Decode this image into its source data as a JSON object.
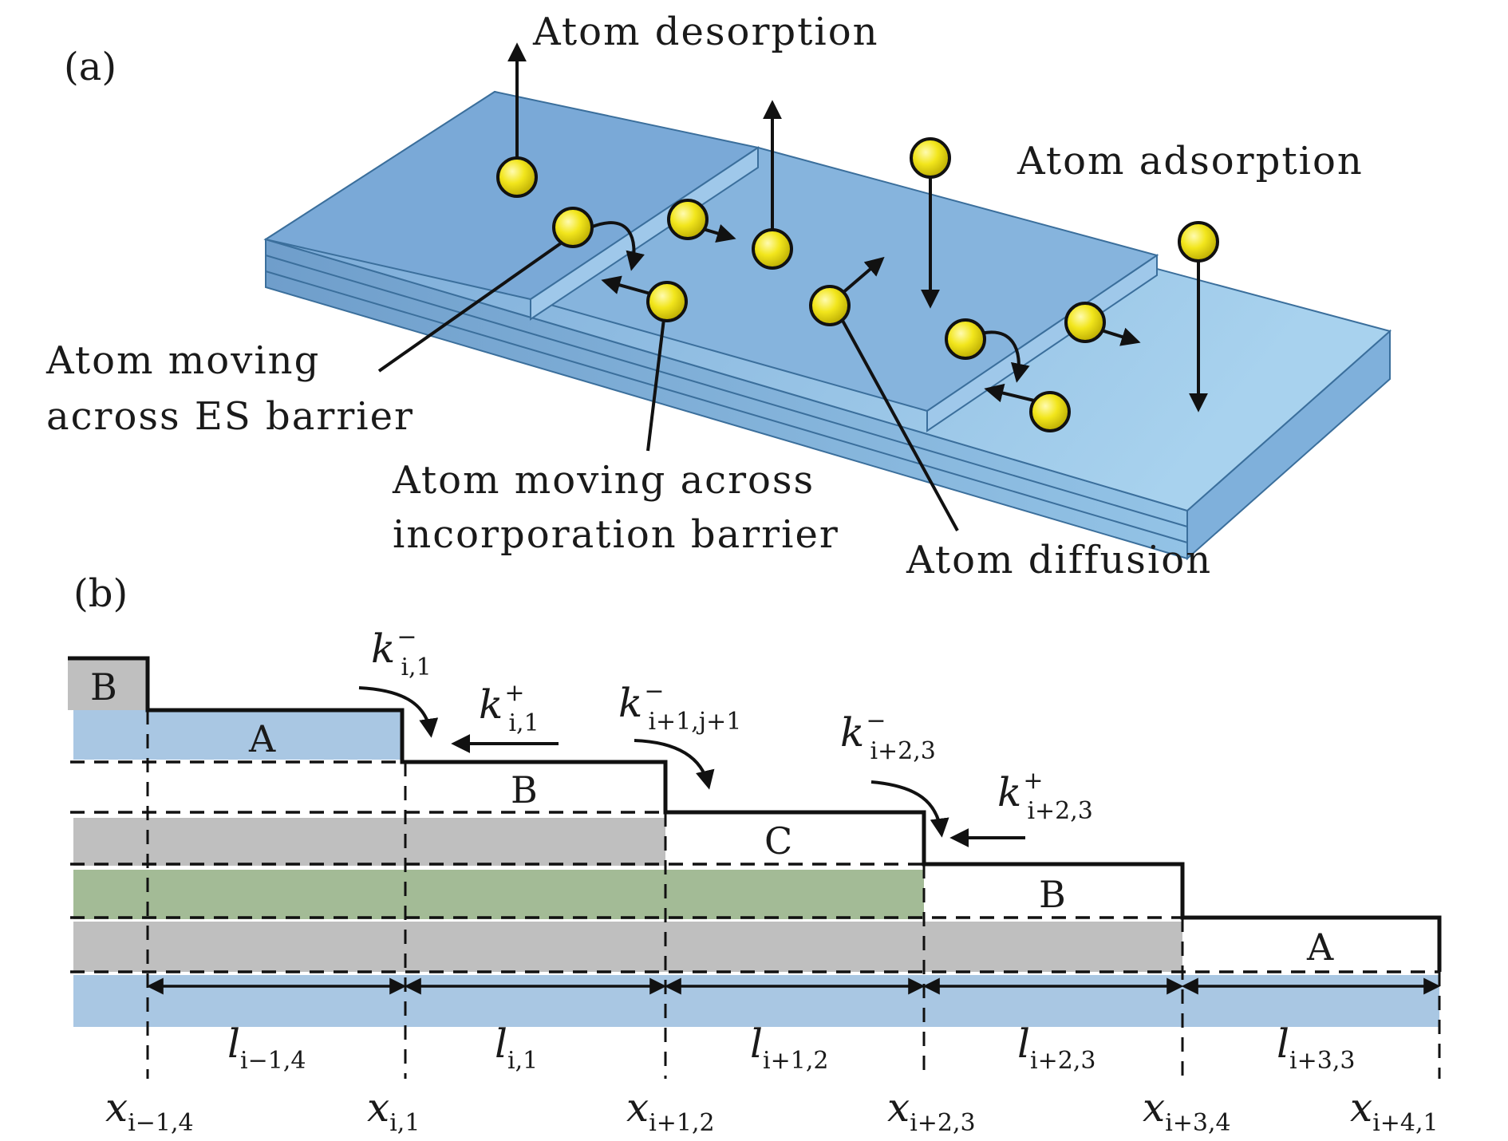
{
  "panel_a": {
    "label": "(a)",
    "desorption": "Atom desorption",
    "adsorption": "Atom adsorption",
    "es_barrier_line1": "Atom moving",
    "es_barrier_line2": "across ES barrier",
    "incorp_line1": "Atom moving across",
    "incorp_line2": "incorporation barrier",
    "diffusion": "Atom diffusion",
    "colors": {
      "surface": "#8bb8dc",
      "surface_dark": "#6f9fcb",
      "atom": "#f0e21a"
    }
  },
  "panel_b": {
    "label": "(b)",
    "segments": {
      "B_top": "B",
      "A1": "A",
      "B1": "B",
      "C": "C",
      "B2": "B",
      "A2": "A"
    },
    "rates": {
      "k1": {
        "base": "k",
        "sup": "−",
        "sub": "i,1"
      },
      "k2": {
        "base": "k",
        "sup": "+",
        "sub": "i,1"
      },
      "k3": {
        "base": "k",
        "sup": "−",
        "sub": "i+1,j+1"
      },
      "k4": {
        "base": "k",
        "sup": "−",
        "sub": "i+2,3"
      },
      "k5": {
        "base": "k",
        "sup": "+",
        "sub": "i+2,3"
      }
    },
    "lengths": [
      {
        "base": "l",
        "sub": "i−1,4"
      },
      {
        "base": "l",
        "sub": "i,1"
      },
      {
        "base": "l",
        "sub": "i+1,2"
      },
      {
        "base": "l",
        "sub": "i+2,3"
      },
      {
        "base": "l",
        "sub": "i+3,3"
      }
    ],
    "positions": [
      {
        "base": "x",
        "sub": "i−1,4"
      },
      {
        "base": "x",
        "sub": "i,1"
      },
      {
        "base": "x",
        "sub": "i+1,2"
      },
      {
        "base": "x",
        "sub": "i+2,3"
      },
      {
        "base": "x",
        "sub": "i+3,4"
      },
      {
        "base": "x",
        "sub": "i+4,1"
      }
    ],
    "colors": {
      "blue": "#a9c7e3",
      "gray": "#bfbfbf",
      "green": "#a3bb96"
    }
  }
}
